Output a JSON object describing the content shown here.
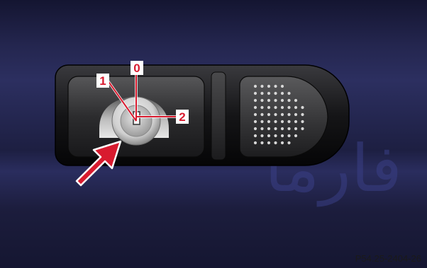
{
  "figure": {
    "reference_code": "P54.25-2404-26",
    "position_labels": [
      "0",
      "1",
      "2"
    ],
    "label_color": "#d81b2f",
    "background_top": "#1a1b3a",
    "background_band": "#2a2c5e",
    "watermark_text": "فارما"
  },
  "icons": {
    "arrow": "red-arrow-icon",
    "key": "key-slot-icon"
  }
}
